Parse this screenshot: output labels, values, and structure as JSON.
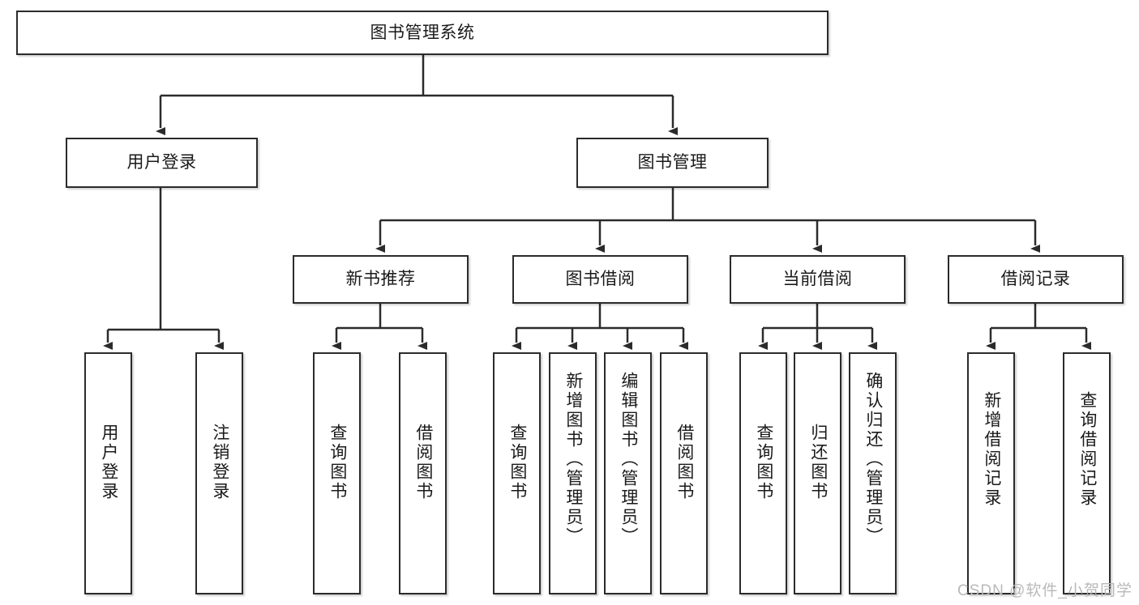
{
  "diagram": {
    "title": "图书管理系统",
    "watermark": "CSDN @软件_小贺同学",
    "line_color": "#2b2b2b",
    "box_fill": "#ffffff",
    "text_color": "#1a1a1a",
    "levels": {
      "root": "图书管理系统",
      "level2": [
        "用户登录",
        "图书管理"
      ],
      "level3": [
        "新书推荐",
        "图书借阅",
        "当前借阅",
        "借阅记录"
      ]
    },
    "nodes": {
      "root": {
        "label": "图书管理系统"
      },
      "user_login": {
        "label": "用户登录"
      },
      "book_manage": {
        "label": "图书管理"
      },
      "new_book_rec": {
        "label": "新书推荐"
      },
      "book_borrow": {
        "label": "图书借阅"
      },
      "current_borrow": {
        "label": "当前借阅"
      },
      "borrow_record": {
        "label": "借阅记录"
      },
      "leaf_user_login": {
        "label": "用户登录"
      },
      "leaf_logout": {
        "label": "注销登录"
      },
      "leaf_query_book_a": {
        "label": "查询图书"
      },
      "leaf_borrow_book_a": {
        "label": "借阅图书"
      },
      "leaf_query_book_b": {
        "label": "查询图书"
      },
      "leaf_add_book": {
        "label": "新增图书（管理员）"
      },
      "leaf_edit_book": {
        "label": "编辑图书（管理员）"
      },
      "leaf_borrow_book_b": {
        "label": "借阅图书"
      },
      "leaf_query_book_c": {
        "label": "查询图书"
      },
      "leaf_return_book": {
        "label": "归还图书"
      },
      "leaf_confirm_return": {
        "label": "确认归还（管理员）"
      },
      "leaf_add_record": {
        "label": "新增借阅记录"
      },
      "leaf_query_record": {
        "label": "查询借阅记录"
      }
    }
  }
}
